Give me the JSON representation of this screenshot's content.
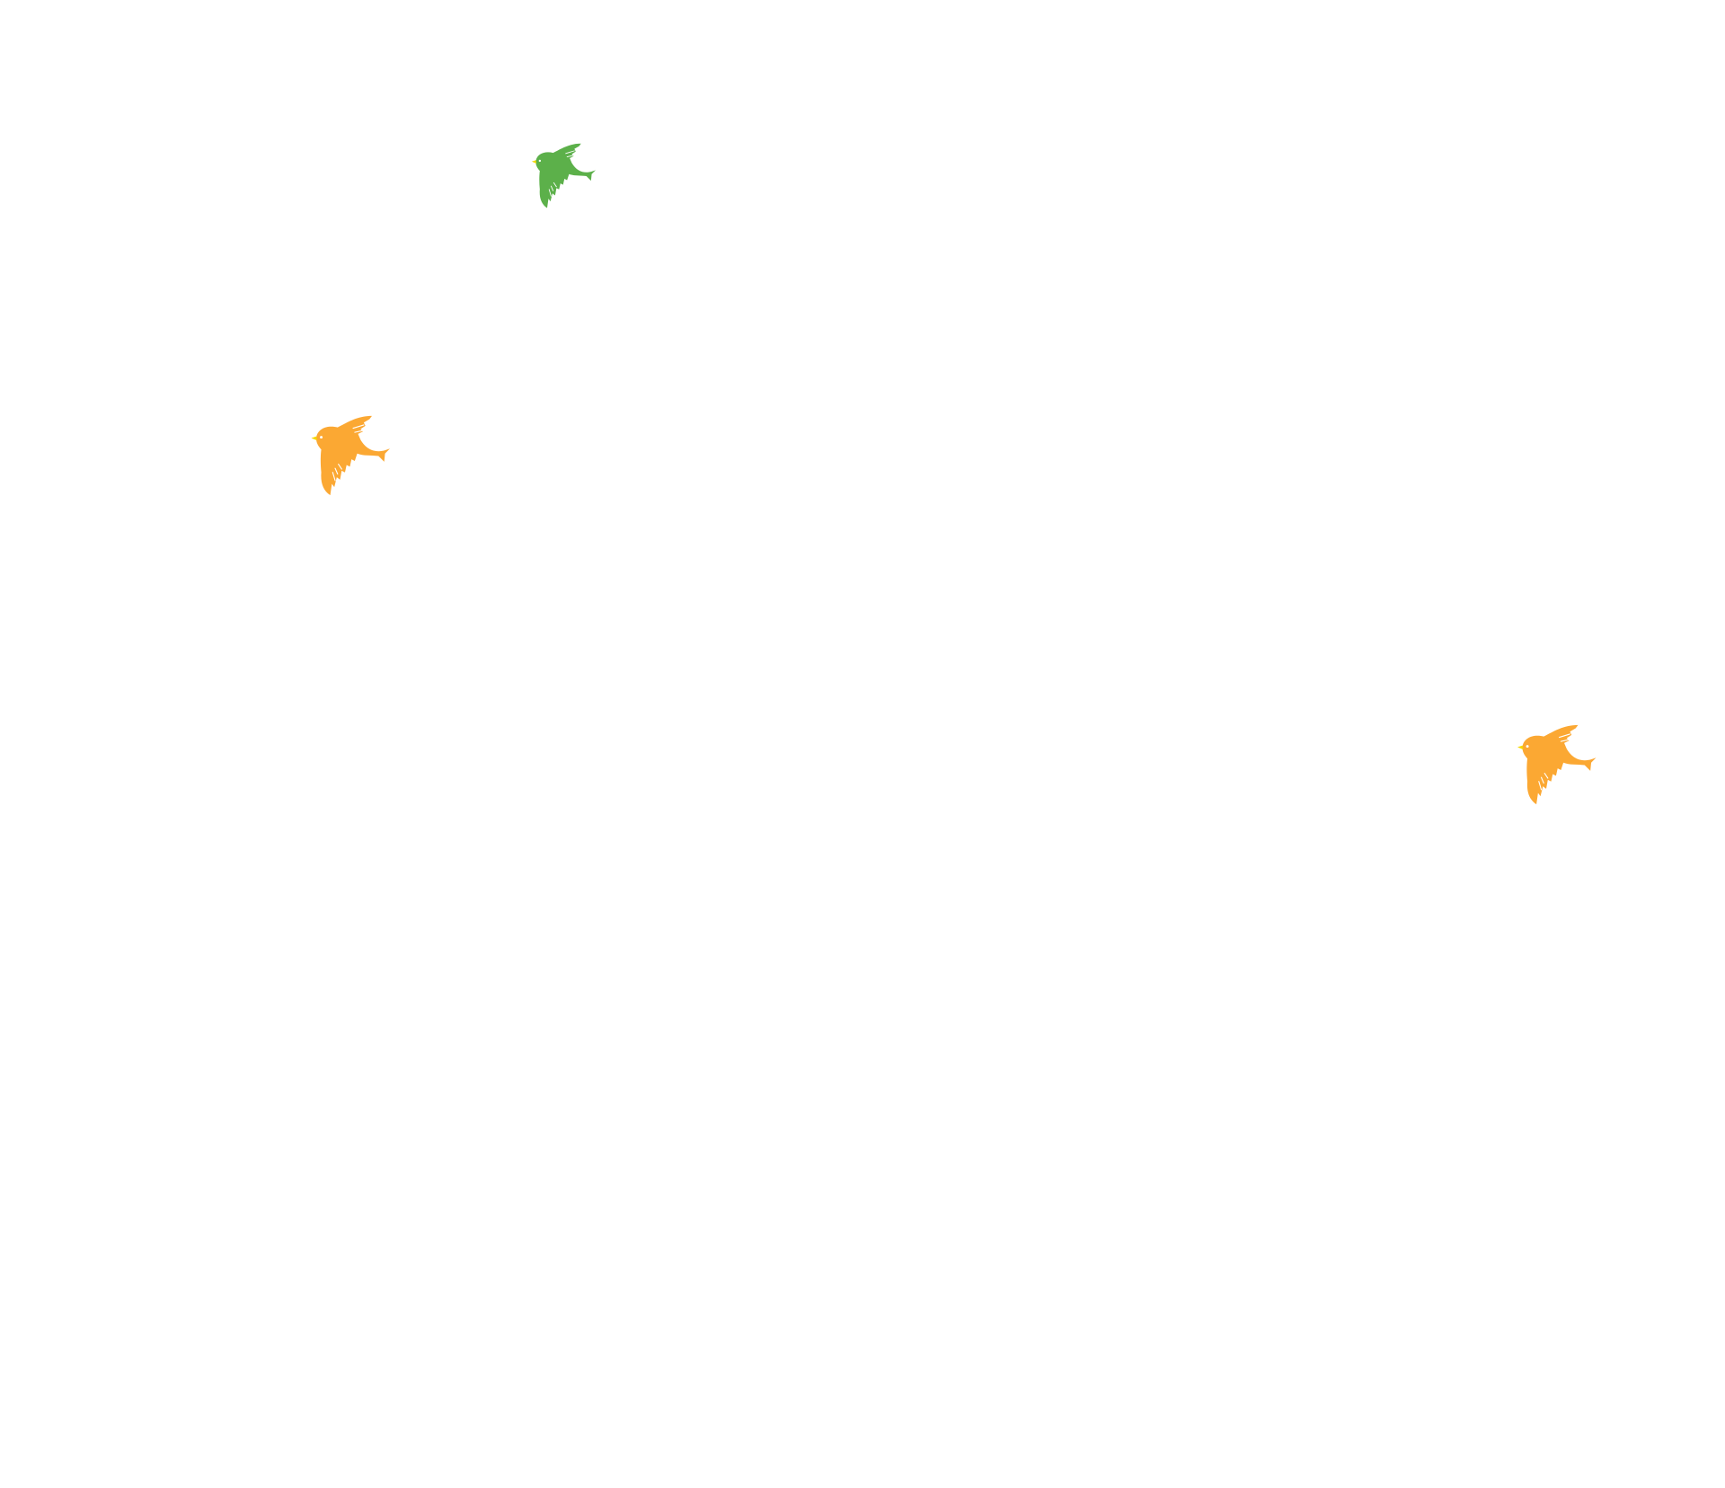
{
  "birds": [
    {
      "name": "green-bird",
      "color": "#5cb04a"
    },
    {
      "name": "orange-bird",
      "color": "#fba833"
    },
    {
      "name": "orange-bird",
      "color": "#fba833"
    }
  ],
  "beak_color": "#f5d800"
}
